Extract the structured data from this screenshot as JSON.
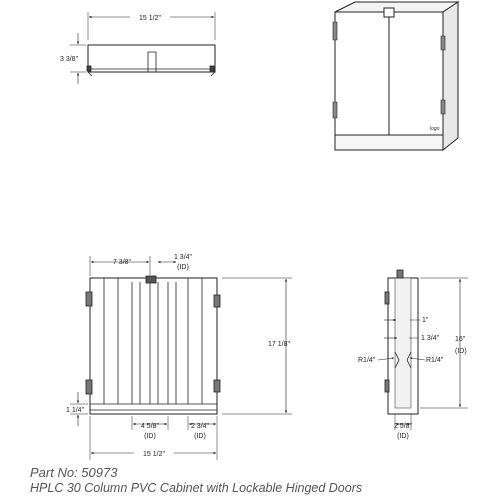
{
  "top_view": {
    "width_label": "15 1/2\"",
    "depth_label": "3 3/8\""
  },
  "front_view": {
    "col_width_label": "7 3/8\"",
    "divider_label": "1 3/4\"",
    "divider_id_label": "(ID)",
    "height_label": "17 1/8\"",
    "base_label": "1 1/4\"",
    "bay_label": "4 5/8\"",
    "bay_id_label": "(ID)",
    "end_label": "2 3/4\"",
    "end_id_label": "(ID)",
    "width_label": "15 1/2\""
  },
  "side_view": {
    "slot_label": "1\"",
    "gap_label": "1 3/4\"",
    "radius_left_label": "R1/4\"",
    "radius_right_label": "R1/4\"",
    "height_label": "16\"",
    "height_id_label": "(ID)",
    "depth_label": "2 5/8\"",
    "depth_id_label": "(ID)"
  },
  "caption": {
    "part_no": "Part No: 50973",
    "description": "HPLC 30 Column PVC Cabinet with Lockable Hinged Doors"
  }
}
